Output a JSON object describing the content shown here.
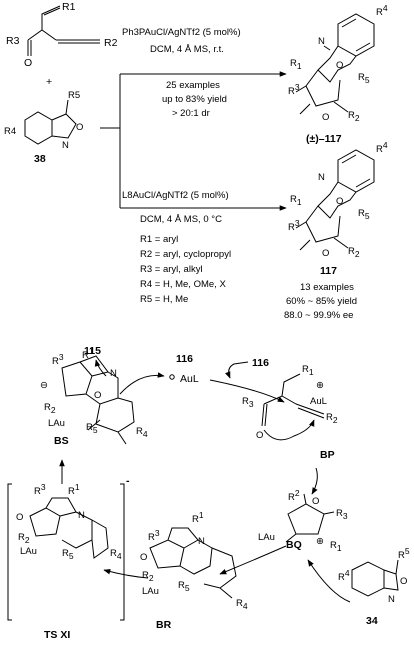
{
  "top": {
    "reactant_r": [
      "R3",
      "O",
      "R1",
      "R2"
    ],
    "plus": "+",
    "reactant_b": [
      "R5",
      "R4",
      "N",
      "O"
    ],
    "reactant_b_label": "38",
    "cond1": "Ph3PAuCl/AgNTf2 (5 mol%)",
    "cond1_line2": "DCM, 4 Å MS, r.t.",
    "cond1_line3": "25 examples",
    "cond1_line4": "up to 83% yield",
    "cond1_line5": "> 20:1 dr",
    "product1_label": "(±)–117",
    "cond2": "L8AuCl/AgNTf2 (5 mol%)",
    "cond2_line2": "DCM, 4 Å MS, 0 °C",
    "product2_label": "117",
    "r_list": [
      "R1 = aryl",
      "R2 = aryl, cyclopropyl",
      "R3 = aryl, alkyl",
      "R4 = H, Me, OMe, X",
      "R5 = H, Me"
    ],
    "stats": [
      "13 examples",
      "60% ~ 85% yield",
      "88.0 ~ 99.9% ee"
    ]
  },
  "cycle": {
    "catalyst_num": "116",
    "catalyst_label": "AuL",
    "input_116": "116",
    "out_115": "115",
    "bs_label": "BS",
    "bp_label": "BP",
    "bq_label": "BQ",
    "br_label": "BR",
    "ts_label": "TS XI",
    "reagent_34": "34",
    "ts_charge": "-"
  }
}
